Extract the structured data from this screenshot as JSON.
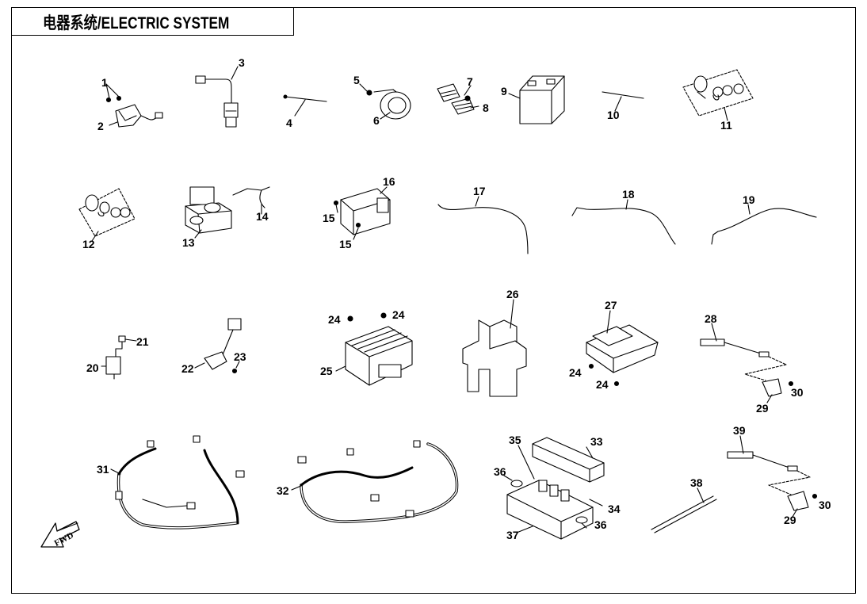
{
  "title": "电器系统/ELECTRIC SYSTEM",
  "direction_marker": "FWD",
  "callouts": {
    "c1": "1",
    "c2": "2",
    "c3": "3",
    "c4": "4",
    "c5": "5",
    "c6": "6",
    "c7": "7",
    "c8": "8",
    "c9": "9",
    "c10": "10",
    "c11": "11",
    "c12": "12",
    "c13": "13",
    "c14": "14",
    "c15a": "15",
    "c15b": "15",
    "c16": "16",
    "c17": "17",
    "c18": "18",
    "c19": "19",
    "c20": "20",
    "c21": "21",
    "c22": "22",
    "c23": "23",
    "c24a": "24",
    "c24b": "24",
    "c24c": "24",
    "c24d": "24",
    "c25": "25",
    "c26": "26",
    "c27": "27",
    "c28": "28",
    "c29a": "29",
    "c30a": "30",
    "c31": "31",
    "c32": "32",
    "c33": "33",
    "c34": "34",
    "c35": "35",
    "c36a": "36",
    "c36b": "36",
    "c37": "37",
    "c38": "38",
    "c39": "39",
    "c29b": "29",
    "c30b": "30"
  }
}
